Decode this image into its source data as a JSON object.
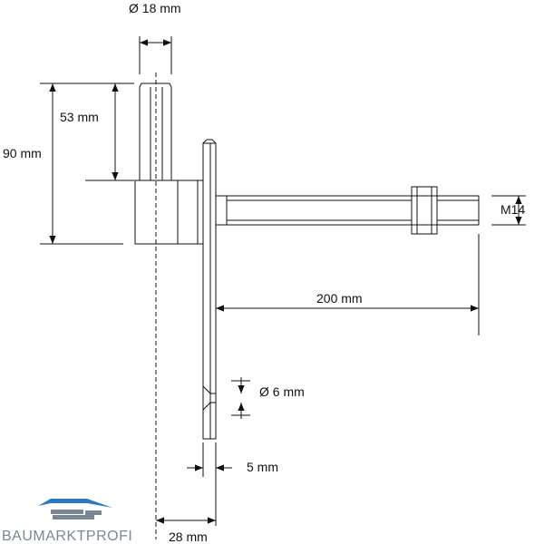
{
  "dimensions": {
    "pin_diameter": "Ø 18 mm",
    "pin_length": "53 mm",
    "total_height": "90 mm",
    "thread": "M14",
    "rod_length": "200 mm",
    "hole_diameter": "Ø 6 mm",
    "plate_thickness": "5 mm",
    "offset": "28 mm"
  },
  "logo": {
    "text": "BAUMARKTPROFI"
  },
  "colors": {
    "line": "#111111",
    "logo_blue": "#2e78c4",
    "logo_gray": "#7a8896"
  }
}
